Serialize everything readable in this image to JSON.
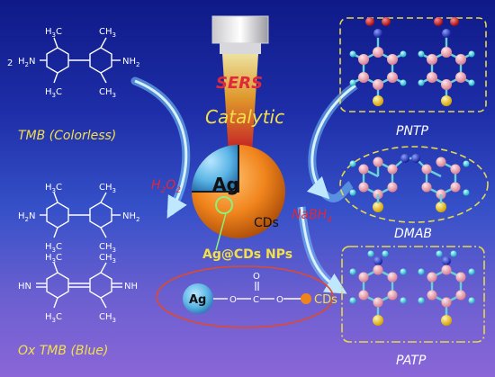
{
  "labels": {
    "amine_coefficient": "2",
    "tmb_colorless": "TMB (Colorless)",
    "ox_tmb_blue": "Ox TMB (Blue)",
    "h2o2_main": "H",
    "h2o2_sub1": "2",
    "h2o2_o": "O",
    "h2o2_sub2": "2",
    "sers": "SERS",
    "catalytic": "Catalytic",
    "ag_core": "Ag",
    "cds_shell": "CDs",
    "nabh4_main": "NaBH",
    "nabh4_sub": "4",
    "ag_cds_nps": "Ag@CDs NPs",
    "bond_ag": "Ag",
    "bond_o1": "O",
    "bond_c": "C",
    "bond_o2": "O",
    "bond_o_double": "O",
    "bond_cds": "CDs",
    "pntp": "PNTP",
    "dmab": "DMAB",
    "patp": "PATP"
  },
  "chem": {
    "h3c": "H",
    "ch3": "CH",
    "three": "3",
    "h2n": "H",
    "nh2": "NH",
    "two": "2",
    "hn": "HN",
    "nh": "NH",
    "h": "H",
    "c": "C",
    "n": "N"
  },
  "colors": {
    "label_yellow": "#f2e04a",
    "label_red": "#e0283a",
    "ag_blue": "#5cb6e6",
    "cds_orange": "#f0841c",
    "carbon_pink": "#e89aa8",
    "hydrogen_cyan": "#40d0d8",
    "sulfur_yellow": "#f2c818",
    "oxygen_red": "#d81818",
    "nitrogen_blue": "#2a36c8"
  }
}
